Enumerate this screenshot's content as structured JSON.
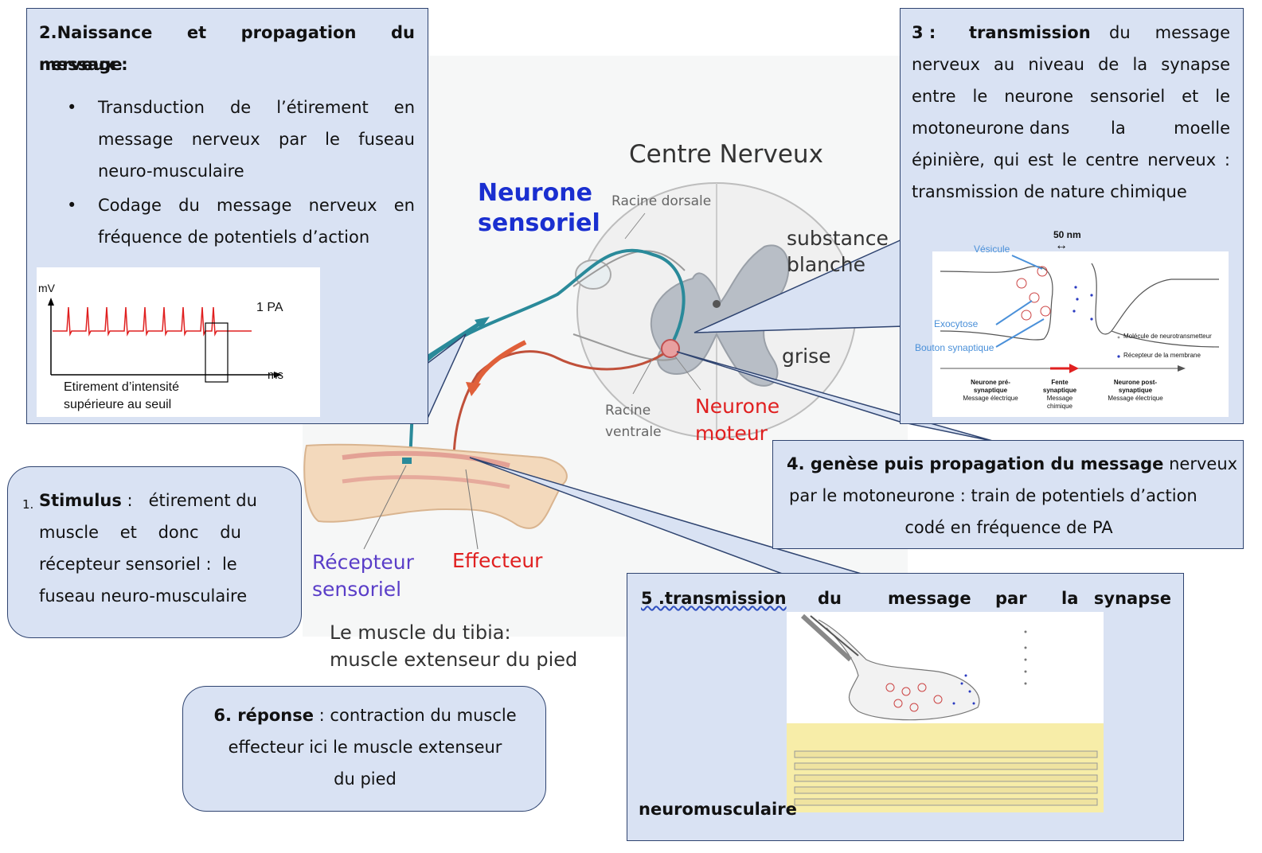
{
  "diagram": {
    "centre_nerveux": "Centre Nerveux",
    "neurone_sensoriel": [
      "Neurone",
      "sensoriel"
    ],
    "racine_dorsale": "Racine dorsale",
    "substance_blanche": [
      "substance",
      "blanche"
    ],
    "grise": "grise",
    "racine_ventrale": [
      "Racine",
      "ventrale"
    ],
    "neurone_moteur": [
      "Neurone",
      "moteur"
    ],
    "recepteur_sensoriel": [
      "Récepteur",
      "sensoriel"
    ],
    "effecteur": "Effecteur",
    "muscle_caption": [
      "Le muscle du tibia:",
      "muscle extenseur du pied"
    ]
  },
  "box2": {
    "title": "2.Naissance et propagation du message",
    "title_line2": "nerveux :",
    "bullets": [
      [
        "Transduction de l’étirement en",
        "message nerveux par le fuseau",
        "neuro-musculaire"
      ],
      [
        "Codage du message nerveux en",
        "fréquence de potentiels d’action"
      ]
    ],
    "graph": {
      "y_unit": "mV",
      "x_unit": "ms",
      "annotation": "1 PA",
      "caption": [
        "Etirement d’intensité",
        "supérieure au seuil"
      ]
    }
  },
  "box3": {
    "lines": [
      [
        "3 :",
        "transmission",
        "du",
        "message"
      ],
      [
        "nerveux au niveau de la synapse"
      ],
      [
        "entre le neurone sensoriel et le"
      ],
      [
        "motoneurone dans",
        "la",
        "moelle"
      ],
      [
        "épinière, qui est le centre nerveux :"
      ],
      [
        "transmission de nature chimique"
      ]
    ],
    "synapse": {
      "scale": "50 nm",
      "vesicule": "Vésicule",
      "exocytose": "Exocytose",
      "bouton": "Bouton synaptique",
      "legend_molecule": "Molécule de neurotransmetteur",
      "legend_recepteur": "Récepteur de la membrane",
      "pre": [
        "Neurone pré-",
        "synaptique",
        "Message électrique"
      ],
      "fente": [
        "Fente",
        "synaptique",
        "Message",
        "chimique"
      ],
      "post": [
        "Neurone post-",
        "synaptique",
        "Message électrique"
      ]
    }
  },
  "box4": {
    "bold": "4. genèse puis propagation du message",
    "rest": " nerveux",
    "line2": "par le motoneurone : train de potentiels d’action",
    "line3": "codé en fréquence de PA"
  },
  "box5": {
    "words": [
      "5 .transmission",
      "du",
      "message",
      "par",
      "la",
      "synapse"
    ],
    "last": "neuromusculaire"
  },
  "box1": {
    "num": "1.",
    "bold": "Stimulus",
    "line1_rest": ":   étirement du",
    "line2": "muscle    et    donc    du",
    "line3": "récepteur sensoriel :  le",
    "line4": "fuseau neuro-musculaire"
  },
  "box6": {
    "bold": "6. réponse",
    "line1_rest": " : contraction du muscle",
    "line2": "effecteur ici le muscle extenseur",
    "line3": "du pied"
  },
  "colors": {
    "box_fill": "#d9e2f3",
    "box_border": "#2f4470",
    "sensory_blue": "#1a2fd0",
    "motor_red": "#e02020",
    "nerve_teal": "#2a8a9a"
  }
}
